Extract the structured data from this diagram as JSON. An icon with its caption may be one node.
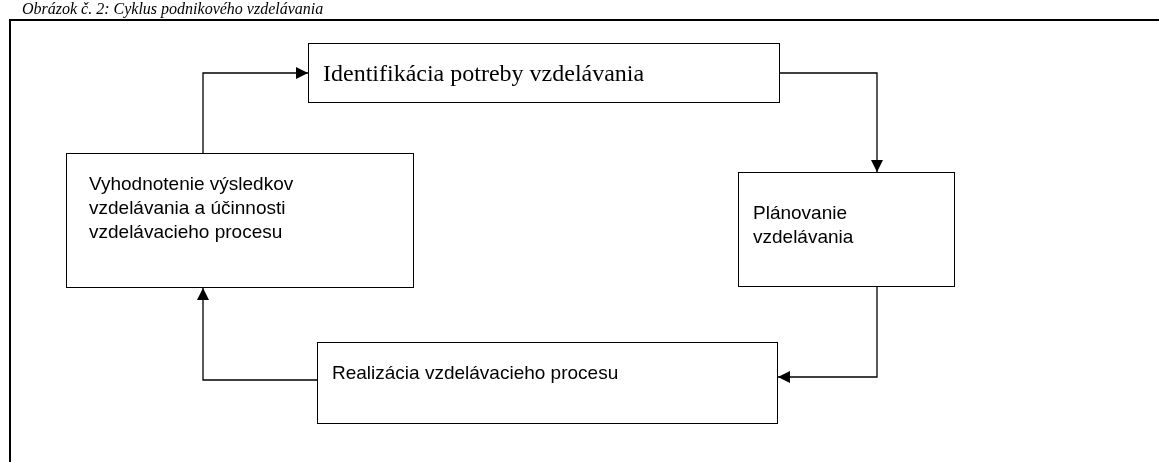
{
  "diagram": {
    "title": "Obrázok č. 2: Cyklus podnikového vzdelávania",
    "nodes": [
      {
        "text": [
          "Identifikácia potreby vzdelávania"
        ]
      },
      {
        "text": [
          "Plánovanie vzdelávania"
        ]
      },
      {
        "text": [
          "Realizácia vzdelávacieho procesu"
        ]
      },
      {
        "text": [
          "Vyhodnotenie výsledkov vzdelávania a účinnosti vzdelávacieho procesu"
        ]
      }
    ],
    "edges": [
      {
        "from": 0,
        "to": 1,
        "arrow": "to"
      },
      {
        "from": 1,
        "to": 2,
        "arrow": "to"
      },
      {
        "from": 2,
        "to": 3,
        "arrow": "to"
      },
      {
        "from": 3,
        "to": 0,
        "arrow": "to"
      }
    ]
  }
}
